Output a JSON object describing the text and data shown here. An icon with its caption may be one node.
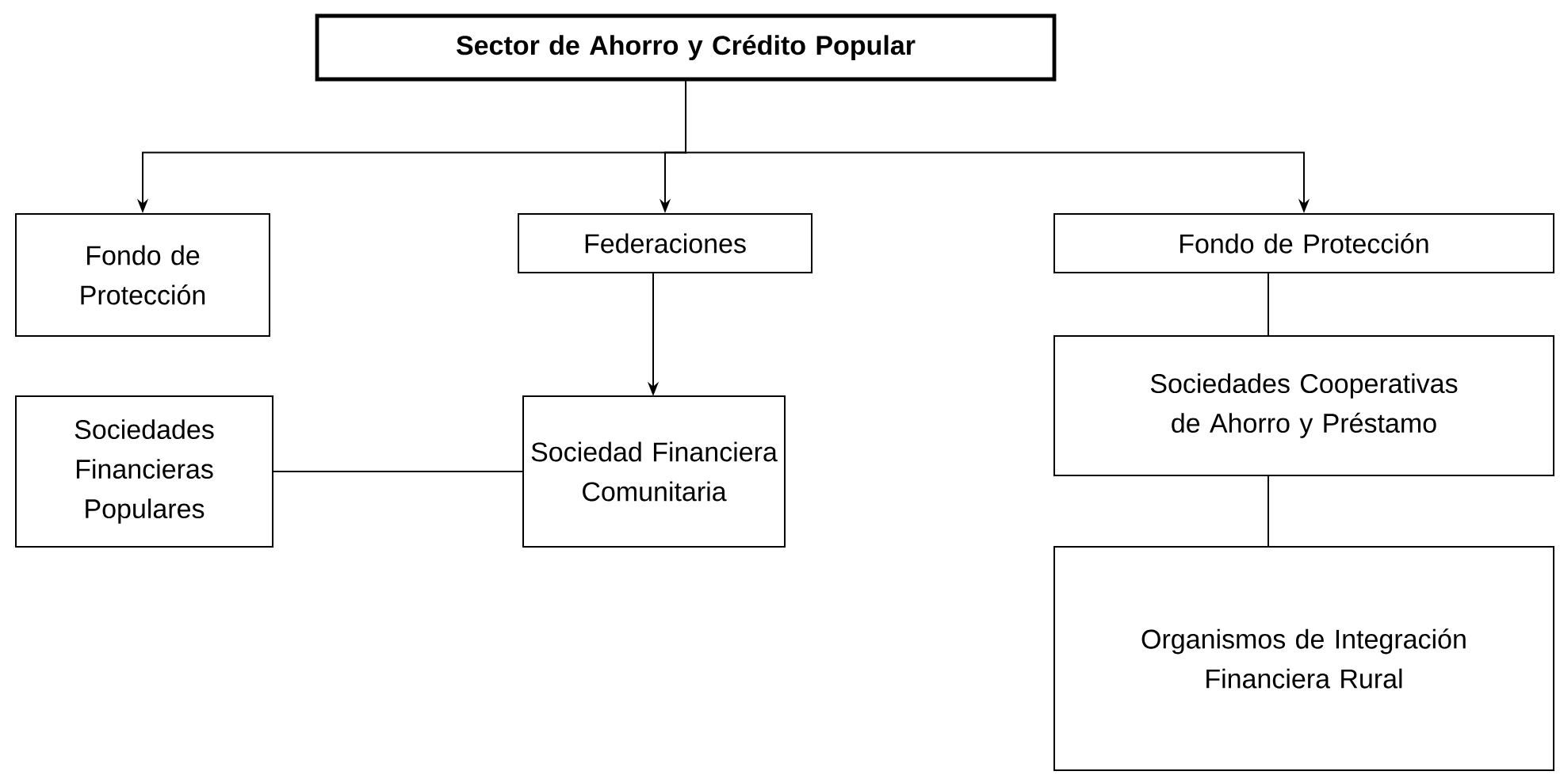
{
  "diagram": {
    "nodes": [
      {
        "text": [
          "Sector de Ahorro y Crédito Popular"
        ]
      },
      {
        "text": [
          "Fondo de Protección"
        ]
      },
      {
        "text": [
          "Federaciones"
        ]
      },
      {
        "text": [
          "Fondo de Protección"
        ]
      },
      {
        "text": [
          "Sociedades Financieras Populares"
        ]
      },
      {
        "text": [
          "Sociedad Financiera Comunitaria"
        ]
      },
      {
        "text": [
          "Sociedades Cooperativas de Ahorro y Préstamo"
        ]
      },
      {
        "text": [
          "Organismos de Integración Financiera Rural"
        ]
      }
    ],
    "edges": [
      {
        "from": 0,
        "to": 1,
        "arrow": "to"
      },
      {
        "from": 0,
        "to": 2,
        "arrow": "to"
      },
      {
        "from": 0,
        "to": 3,
        "arrow": "to"
      },
      {
        "from": 2,
        "to": 5,
        "arrow": "to"
      },
      {
        "from": 4,
        "to": 5,
        "arrow": "none"
      },
      {
        "from": 3,
        "to": 6,
        "arrow": "none"
      },
      {
        "from": 6,
        "to": 7,
        "arrow": "none"
      }
    ]
  }
}
